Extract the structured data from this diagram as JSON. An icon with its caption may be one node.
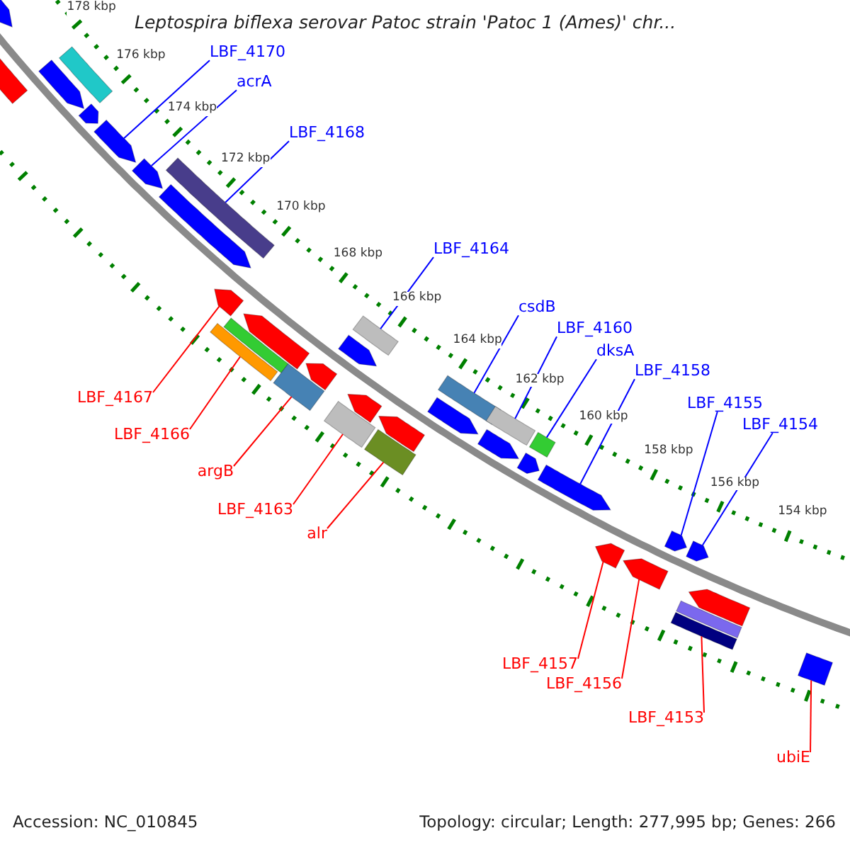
{
  "diagram": {
    "title": "Leptospira biflexa serovar Patoc strain 'Patoc 1 (Ames)' chr...",
    "nodes": [
      {
        "text": [
          "LBF_4170"
        ]
      },
      {
        "text": [],
        "shape": "bar"
      },
      {
        "text": [
          "acrA"
        ]
      },
      {
        "text": [],
        "shape": "bar"
      },
      {
        "text": [
          "LBF_4168"
        ]
      },
      {
        "text": [],
        "shape": "bar"
      },
      {
        "text": [
          "LBF_4164"
        ]
      },
      {
        "text": [],
        "shape": "bar"
      },
      {
        "text": [
          "LBF_4167"
        ]
      },
      {
        "text": [],
        "shape": "bar"
      },
      {
        "text": [
          "LBF_4166"
        ]
      },
      {
        "text": [],
        "shape": "bar"
      },
      {
        "text": [
          "csdB"
        ]
      },
      {
        "text": [],
        "shape": "bar"
      },
      {
        "text": [
          "LBF_4160"
        ]
      },
      {
        "text": [],
        "shape": "bar"
      },
      {
        "text": [
          "argB"
        ]
      },
      {
        "text": [],
        "shape": "bar"
      },
      {
        "text": [
          "dksA"
        ]
      },
      {
        "text": [],
        "shape": "bar"
      },
      {
        "text": [
          "LBF_4158"
        ]
      },
      {
        "text": [],
        "shape": "bar"
      },
      {
        "text": [
          "LBF_4163"
        ]
      },
      {
        "text": [],
        "shape": "bar"
      },
      {
        "text": [
          "alr"
        ]
      },
      {
        "text": [],
        "shape": "bar"
      },
      {
        "text": [
          "LBF_4155"
        ]
      },
      {
        "text": [],
        "shape": "bar"
      },
      {
        "text": [
          "LBF_4154"
        ]
      },
      {
        "text": [],
        "shape": "bar"
      },
      {
        "text": [
          "LBF_4157"
        ]
      },
      {
        "text": [],
        "shape": "bar"
      },
      {
        "text": [
          "LBF_4156"
        ]
      },
      {
        "text": [],
        "shape": "bar"
      },
      {
        "text": [
          "LBF_4153"
        ]
      },
      {
        "text": [],
        "shape": "bar"
      },
      {
        "text": [
          "ubiE"
        ]
      },
      {
        "text": [],
        "shape": "bar"
      },
      {
        "text": [],
        "shape": "bar"
      },
      {
        "text": [],
        "shape": "bar"
      },
      {
        "text": [],
        "shape": "bar"
      },
      {
        "text": [],
        "shape": "bar"
      },
      {
        "text": [],
        "shape": "bar"
      },
      {
        "text": [],
        "shape": "bar"
      },
      {
        "text": [],
        "shape": "bar"
      },
      {
        "text": [],
        "shape": "bar"
      },
      {
        "text": [],
        "shape": "bar"
      },
      {
        "text": [],
        "shape": "bar"
      },
      {
        "text": [],
        "shape": "bar"
      },
      {
        "text": [],
        "shape": "bar"
      },
      {
        "text": [],
        "shape": "bar"
      },
      {
        "text": [],
        "shape": "bar"
      },
      {
        "text": [],
        "shape": "bar"
      },
      {
        "text": [],
        "shape": "bar"
      },
      {
        "text": [],
        "shape": "bar"
      }
    ],
    "edges": [
      {
        "from": 0,
        "to": 1,
        "arrow": "none"
      },
      {
        "from": 2,
        "to": 3,
        "arrow": "none"
      },
      {
        "from": 4,
        "to": 5,
        "arrow": "none"
      },
      {
        "from": 6,
        "to": 7,
        "arrow": "none"
      },
      {
        "from": 8,
        "to": 9,
        "arrow": "none",
        "color": "#ff0000"
      },
      {
        "from": 10,
        "to": 11,
        "arrow": "none",
        "color": "#ff0000"
      },
      {
        "from": 12,
        "to": 13,
        "arrow": "none"
      },
      {
        "from": 14,
        "to": 15,
        "arrow": "none"
      },
      {
        "from": 16,
        "to": 17,
        "arrow": "none",
        "color": "#ff0000"
      },
      {
        "from": 18,
        "to": 19,
        "arrow": "none"
      },
      {
        "from": 20,
        "to": 21,
        "arrow": "none"
      },
      {
        "from": 22,
        "to": 23,
        "arrow": "none",
        "color": "#ff0000"
      },
      {
        "from": 24,
        "to": 25,
        "arrow": "none",
        "color": "#ff0000"
      },
      {
        "from": 26,
        "to": 27,
        "arrow": "none"
      },
      {
        "from": 28,
        "to": 29,
        "arrow": "none"
      },
      {
        "from": 30,
        "to": 31,
        "arrow": "none",
        "color": "#ff0000"
      },
      {
        "from": 32,
        "to": 33,
        "arrow": "none",
        "color": "#ff0000"
      },
      {
        "from": 34,
        "to": 35,
        "arrow": "none",
        "color": "#ff0000"
      },
      {
        "from": 36,
        "to": 37,
        "arrow": "none",
        "color": "#ff0000"
      }
    ],
    "labels": [
      "178 kbp",
      "176 kbp",
      "174 kbp",
      "172 kbp",
      "170 kbp",
      "168 kbp",
      "166 kbp",
      "164 kbp",
      "162 kbp",
      "160 kbp",
      "158 kbp",
      "156 kbp",
      "154 kbp",
      "Accession: NC_010845",
      "Topology: circular; Length: 277,995 bp; Genes: 266"
    ]
  }
}
